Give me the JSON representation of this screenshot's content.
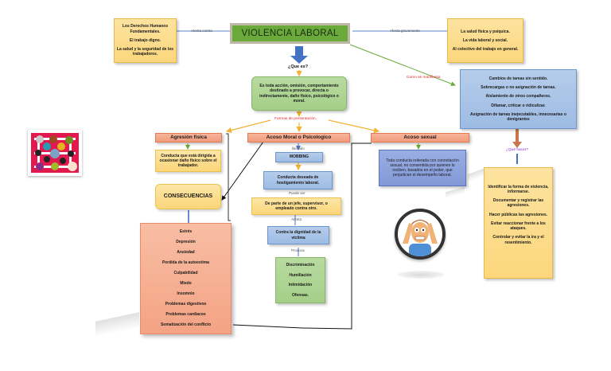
{
  "title": "VIOLENCIA LABORAL",
  "connectors": {
    "atenta_contra": "Atenta contra",
    "afecta_gravemente": "Afecta gravemente",
    "que_es": "¿Que es?",
    "formas_de_presentacion": "Formas de presentación.",
    "como_se_manifiesta": "Como se manifiesta",
    "que_hacer": "¿Qué hacer?",
    "llamado": "llamado",
    "puede_ser": "Puede ser",
    "atenta": "Atenta",
    "provoca": "Provoca"
  },
  "left_box": {
    "items": [
      "Los Derechos Humanos Fundamentales.",
      "El trabajo digno.",
      "La salud y la seguridad de los trabajadores."
    ]
  },
  "right_box": {
    "items": [
      "La salud física y psíquica.",
      "La vida laboral y social.",
      "Al colectivo del trabajo en general."
    ]
  },
  "manifestations": {
    "items": [
      "Cambios de tareas sin sentido.",
      "Sobrecargas o no asignación de tareas.",
      "Aislamiento de otros compañeros.",
      "Difamar, criticar o ridiculizar.",
      "Asignación de tareas inejecutables, innecesarias o denigrantes"
    ]
  },
  "what_to_do": {
    "items": [
      "Identificar la forma de violencia, informarse.",
      "Documentar y registrar las agresiones.",
      "Hacer públicas las agresiones.",
      "Evitar reaccionar frente a los ataques.",
      "Controlar y evitar la ira y el resentimiento."
    ]
  },
  "definition": "Es toda acción, omisión, comportamiento destinado a provocar, directa o indirectamente, daño físico, psicológico o moral.",
  "physical": {
    "header": "Agresión física",
    "description": "Conducta que está dirigida a ocasionar daño físico sobre el trabajador."
  },
  "consequences": {
    "header": "CONSECUENCIAS",
    "items": [
      "Estrés",
      "Depresión",
      "Ansiedad",
      "Perdida de la autoestima",
      "Culpabilidad",
      "Miedo",
      "Insomnio",
      "Problemas digestivos",
      "Problemas cardíacos",
      "Somatización del conflicto"
    ]
  },
  "moral": {
    "header": "Acoso Moral o Psicologico",
    "mobbing": "MOBBING",
    "conduct": "Conducta deseada de hostigamiento laboral.",
    "source": "De parte de un jefe, supervisor, o empleado contra otro.",
    "dignity": "Contra la dignidad de la víctima",
    "effects": [
      "Discriminación",
      "Humillación",
      "Intimidación",
      "Ofensas."
    ]
  },
  "sexual": {
    "header": "Acoso sexual",
    "description": "Toda conducta reiterada con connotación sexual, no consentida por quienes lo reciben, basados en el poder, que perjudican el desempeño laboral."
  }
}
